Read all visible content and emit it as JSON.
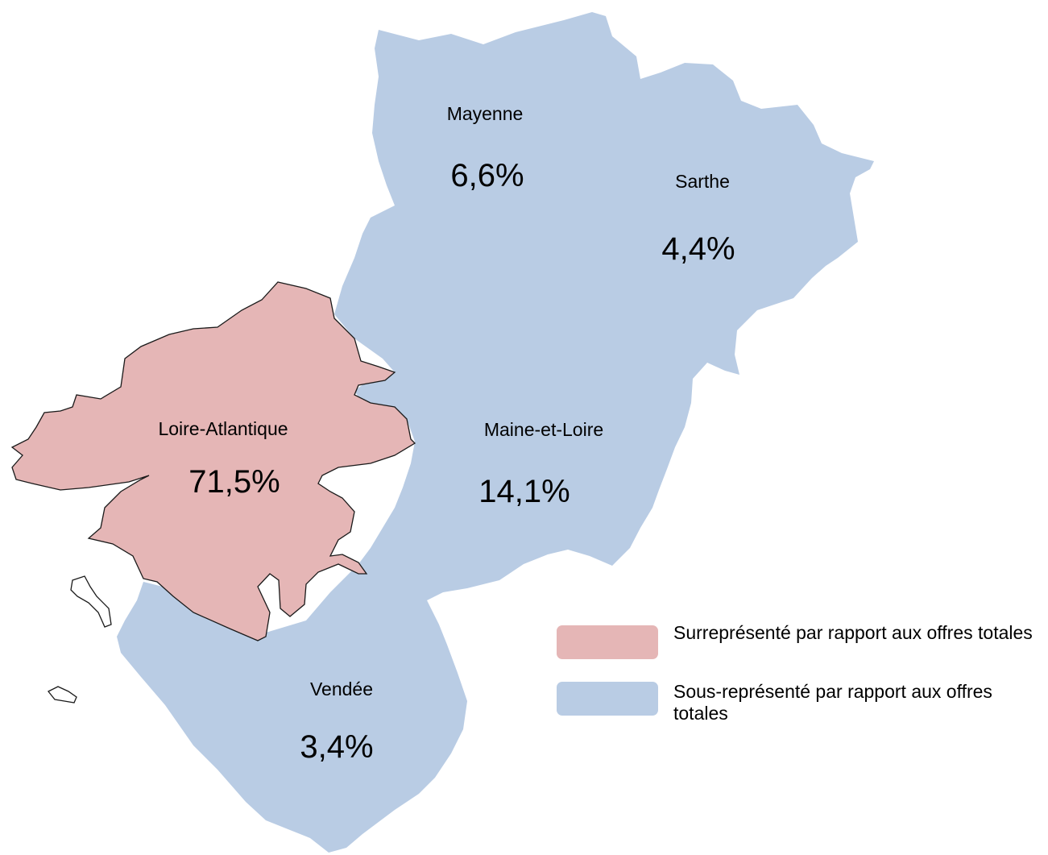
{
  "colors": {
    "over": "#e5b6b6",
    "under": "#b9cce4",
    "outline": "#1a1a1a"
  },
  "departments": {
    "mayenne": {
      "name": "Mayenne",
      "value": "6,6%",
      "category": "under"
    },
    "sarthe": {
      "name": "Sarthe",
      "value": "4,4%",
      "category": "under"
    },
    "maine_et_loire": {
      "name": "Maine-et-Loire",
      "value": "14,1%",
      "category": "under"
    },
    "loire_atlantique": {
      "name": "Loire-Atlantique",
      "value": "71,5%",
      "category": "over"
    },
    "vendee": {
      "name": "Vendée",
      "value": "3,4%",
      "category": "under"
    }
  },
  "legend": {
    "over": "Surreprésenté par rapport aux offres totales",
    "under": "Sous-représenté par rapport aux offres totales"
  }
}
